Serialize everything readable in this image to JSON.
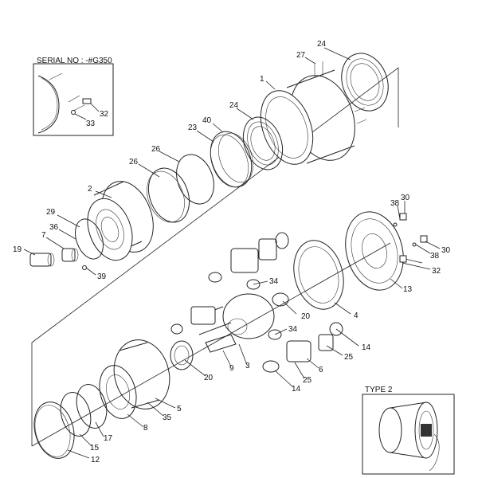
{
  "inset_serial": {
    "title": "SERIAL NO : -#G350",
    "callouts": [
      "32",
      "33"
    ]
  },
  "inset_type2": {
    "title": "TYPE 2"
  },
  "callouts": {
    "c24a": "24",
    "c27": "27",
    "c1": "1",
    "c24b": "24",
    "c40": "40",
    "c23": "23",
    "c26a": "26",
    "c26b": "26",
    "c2": "2",
    "c29": "29",
    "c7": "7",
    "c36": "36",
    "c19": "19",
    "c39": "39",
    "c38a": "38",
    "c30a": "30",
    "c38b": "38",
    "c30b": "30",
    "c32": "32",
    "c13": "13",
    "c34a": "34",
    "c20a": "20",
    "c4": "4",
    "c34b": "34",
    "c14a": "14",
    "c25a": "25",
    "c6": "6",
    "c3": "3",
    "c9": "9",
    "c20b": "20",
    "c25b": "25",
    "c14b": "14",
    "c5": "5",
    "c35": "35",
    "c8": "8",
    "c17": "17",
    "c15": "15",
    "c12": "12"
  }
}
